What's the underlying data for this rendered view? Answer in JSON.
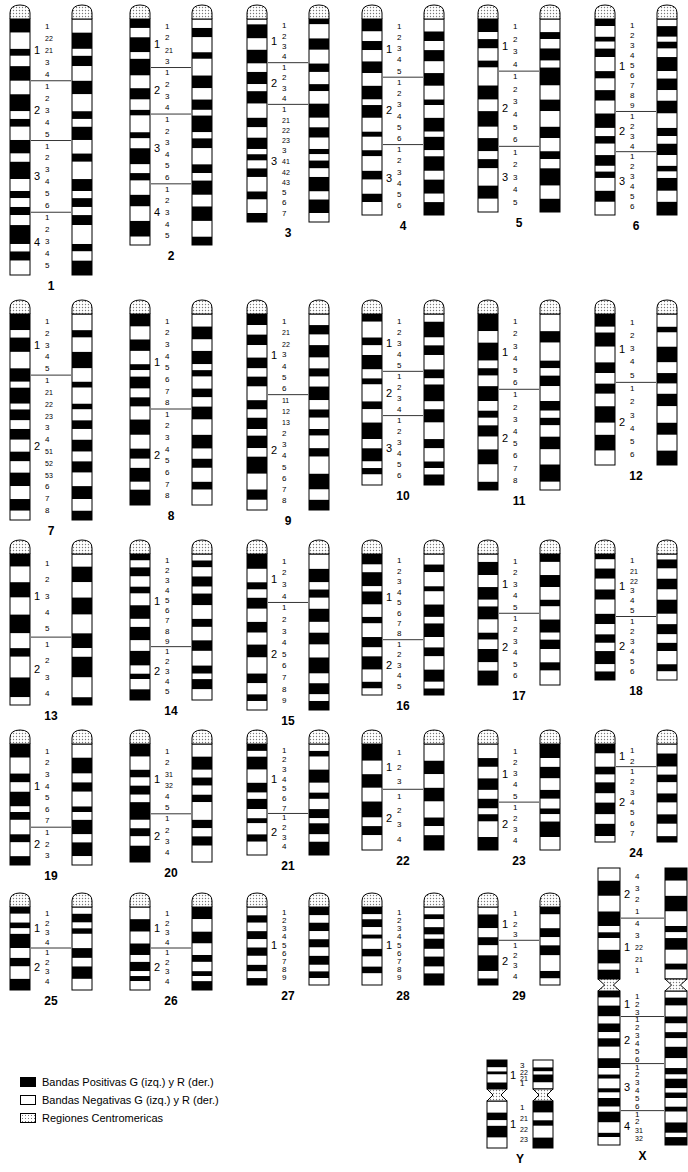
{
  "diagram": {
    "labels": [
      "1",
      "1",
      "22",
      "21",
      "3",
      "4",
      "2",
      "1",
      "2",
      "3",
      "4",
      "5",
      "3",
      "1",
      "2",
      "3",
      "4",
      "5",
      "6",
      "4",
      "1",
      "2",
      "3",
      "4",
      "5",
      "1",
      "1",
      "1",
      "2",
      "21",
      "3",
      "2",
      "1",
      "2",
      "3",
      "4",
      "3",
      "1",
      "2",
      "3",
      "4",
      "5",
      "6",
      "4",
      "1",
      "2",
      "3",
      "4",
      "5",
      "2",
      "1",
      "1",
      "2",
      "3",
      "4",
      "2",
      "1",
      "2",
      "3",
      "4",
      "3",
      "1",
      "21",
      "22",
      "23",
      "3",
      "41",
      "42",
      "43",
      "5",
      "6",
      "7",
      "3",
      "1",
      "1",
      "2",
      "3",
      "4",
      "5",
      "2",
      "1",
      "2",
      "3",
      "4",
      "5",
      "6",
      "3",
      "1",
      "2",
      "3",
      "4",
      "5",
      "6",
      "4",
      "1",
      "1",
      "2",
      "3",
      "4",
      "2",
      "1",
      "2",
      "3",
      "4",
      "5",
      "6",
      "3",
      "1",
      "2",
      "3",
      "4",
      "5",
      "5",
      "1",
      "1",
      "2",
      "3",
      "4",
      "5",
      "6",
      "7",
      "8",
      "9",
      "2",
      "1",
      "2",
      "3",
      "4",
      "3",
      "1",
      "2",
      "3",
      "4",
      "5",
      "6",
      "6",
      "1",
      "1",
      "2",
      "3",
      "4",
      "5",
      "2",
      "1",
      "21",
      "22",
      "23",
      "3",
      "4",
      "51",
      "52",
      "53",
      "6",
      "7",
      "8",
      "7",
      "1",
      "1",
      "2",
      "3",
      "4",
      "5",
      "6",
      "7",
      "8",
      "2",
      "1",
      "2",
      "3",
      "4",
      "5",
      "6",
      "7",
      "8",
      "8",
      "1",
      "1",
      "21",
      "22",
      "3",
      "4",
      "5",
      "6",
      "2",
      "11",
      "12",
      "13",
      "2",
      "3",
      "4",
      "5",
      "6",
      "7",
      "8",
      "9",
      "1",
      "1",
      "2",
      "3",
      "4",
      "5",
      "2",
      "1",
      "2",
      "3",
      "4",
      "3",
      "1",
      "2",
      "3",
      "4",
      "5",
      "6",
      "10",
      "1",
      "1",
      "2",
      "3",
      "4",
      "5",
      "6",
      "2",
      "1",
      "2",
      "3",
      "4",
      "5",
      "6",
      "7",
      "8",
      "11",
      "1",
      "1",
      "2",
      "3",
      "4",
      "5",
      "2",
      "1",
      "2",
      "3",
      "4",
      "5",
      "6",
      "12",
      "1",
      "1",
      "2",
      "3",
      "4",
      "5",
      "2",
      "1",
      "2",
      "3",
      "4",
      "13",
      "1",
      "1",
      "2",
      "3",
      "4",
      "5",
      "6",
      "7",
      "8",
      "9",
      "2",
      "1",
      "2",
      "3",
      "4",
      "5",
      "14",
      "1",
      "1",
      "2",
      "3",
      "4",
      "2",
      "1",
      "2",
      "3",
      "4",
      "5",
      "6",
      "7",
      "8",
      "9",
      "15",
      "1",
      "1",
      "2",
      "3",
      "4",
      "5",
      "6",
      "7",
      "8",
      "2",
      "1",
      "2",
      "3",
      "4",
      "5",
      "16",
      "1",
      "1",
      "2",
      "3",
      "4",
      "5",
      "2",
      "1",
      "2",
      "3",
      "4",
      "5",
      "6",
      "17",
      "1",
      "1",
      "21",
      "22",
      "3",
      "4",
      "5",
      "2",
      "1",
      "2",
      "3",
      "4",
      "5",
      "6",
      "18",
      "1",
      "1",
      "2",
      "3",
      "4",
      "5",
      "6",
      "7",
      "2",
      "1",
      "2",
      "3",
      "19",
      "1",
      "1",
      "2",
      "31",
      "32",
      "4",
      "5",
      "2",
      "1",
      "2",
      "3",
      "4",
      "20",
      "1",
      "1",
      "2",
      "3",
      "4",
      "5",
      "6",
      "7",
      "2",
      "1",
      "2",
      "3",
      "4",
      "21",
      "1",
      "1",
      "2",
      "3",
      "2",
      "1",
      "2",
      "3",
      "4",
      "22",
      "1",
      "1",
      "2",
      "3",
      "4",
      "5",
      "2",
      "1",
      "2",
      "3",
      "4",
      "23",
      "1",
      "1",
      "2",
      "2",
      "1",
      "2",
      "3",
      "4",
      "5",
      "6",
      "7",
      "24",
      "1",
      "1",
      "2",
      "3",
      "4",
      "2",
      "1",
      "2",
      "3",
      "4",
      "25",
      "1",
      "1",
      "2",
      "3",
      "4",
      "2",
      "1",
      "2",
      "3",
      "4",
      "26",
      "1",
      "1",
      "2",
      "3",
      "4",
      "5",
      "6",
      "7",
      "8",
      "9",
      "27",
      "1",
      "1",
      "2",
      "3",
      "4",
      "5",
      "6",
      "7",
      "8",
      "9",
      "28",
      "1",
      "1",
      "2",
      "3",
      "2",
      "1",
      "2",
      "3",
      "4",
      "29",
      "1",
      "3",
      "22",
      "21",
      "1",
      "1",
      "1",
      "21",
      "22",
      "23",
      "Y",
      "2",
      "4",
      "3",
      "2",
      "1",
      "1",
      "4",
      "3",
      "22",
      "21",
      "1",
      "1",
      "1",
      "2",
      "3",
      "2",
      "1",
      "2",
      "3",
      "4",
      "5",
      "6",
      "3",
      "1",
      "2",
      "3",
      "4",
      "5",
      "6",
      "4",
      "1",
      "2",
      "31",
      "32",
      "X"
    ],
    "legend": [
      {
        "text": "Bandas Positivas G (izq.) y R (der.)",
        "color": "#000000"
      },
      {
        "text": "Bandas Negativas G (izq.) y R (der.)",
        "color": "#ffffff"
      },
      {
        "text": "Regiones Centromericas"
      }
    ]
  }
}
